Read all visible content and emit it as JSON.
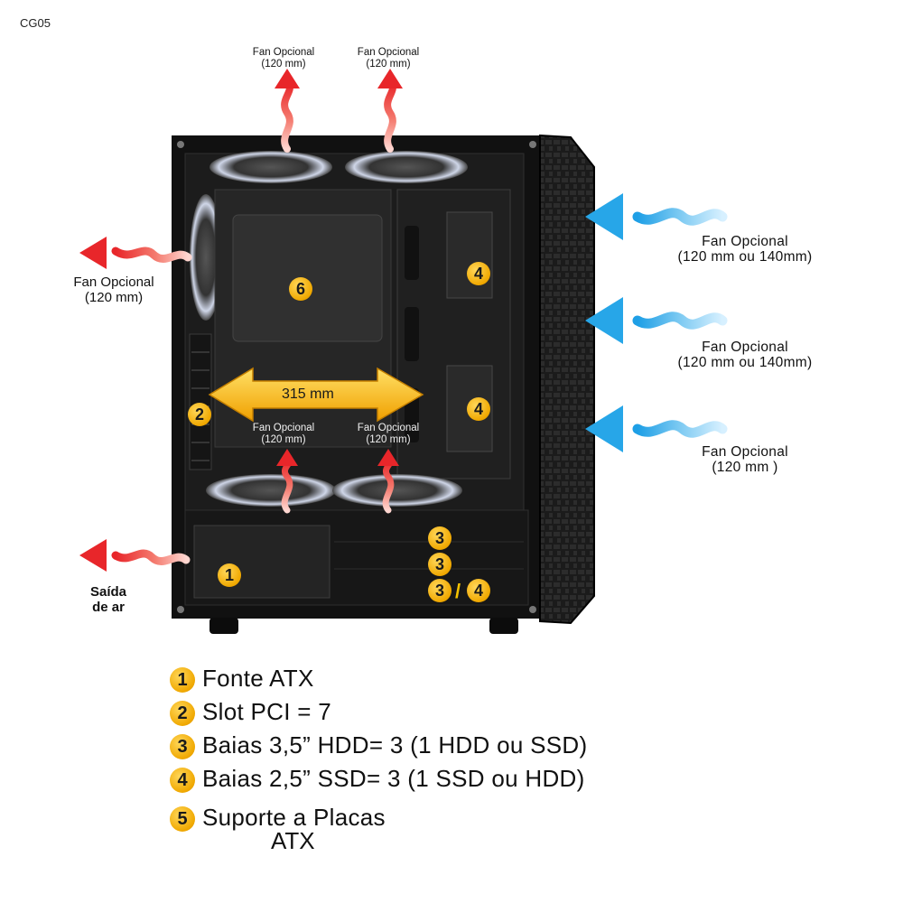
{
  "model": "CG05",
  "labels": {
    "top_fan_1": [
      "Fan Opcional",
      "(120 mm)"
    ],
    "top_fan_2": [
      "Fan Opcional",
      "(120 mm)"
    ],
    "rear_fan": [
      "Fan Opcional",
      "(120 mm)"
    ],
    "front_fan_1": [
      "Fan Opcional",
      "(120 mm ou 140mm)"
    ],
    "front_fan_2": [
      "Fan Opcional",
      "(120 mm ou 140mm)"
    ],
    "front_fan_3": [
      "Fan Opcional",
      "(120 mm )"
    ],
    "bottom_fan_1": [
      "Fan Opcional",
      "(120 mm)"
    ],
    "bottom_fan_2": [
      "Fan Opcional",
      "(120 mm)"
    ],
    "exhaust": [
      "Saída",
      "de ar"
    ],
    "gpu_length": "315 mm"
  },
  "markers": {
    "m1": "1",
    "m2": "2",
    "m3a": "3",
    "m3b": "3",
    "m3c": "3",
    "m4a": "4",
    "m4b": "4",
    "m4c": "4",
    "m6": "6",
    "slash": "/"
  },
  "legend": [
    {
      "num": "1",
      "text": "Fonte ATX"
    },
    {
      "num": "2",
      "text": "Slot PCI = 7"
    },
    {
      "num": "3",
      "text": "Baias 3,5” HDD= 3 (1 HDD ou SSD)"
    },
    {
      "num": "4",
      "text": "Baias 2,5” SSD= 3 (1 SSD ou HDD)"
    },
    {
      "num": "5",
      "text": "Suporte a Placas",
      "text2": "ATX"
    }
  ],
  "colors": {
    "hot_arrow": "#e8262a",
    "cold_arrow": "#27a6e8",
    "badge": "#f0a800",
    "dimension_arrow": "#f5b800",
    "case_body": "#141414"
  }
}
